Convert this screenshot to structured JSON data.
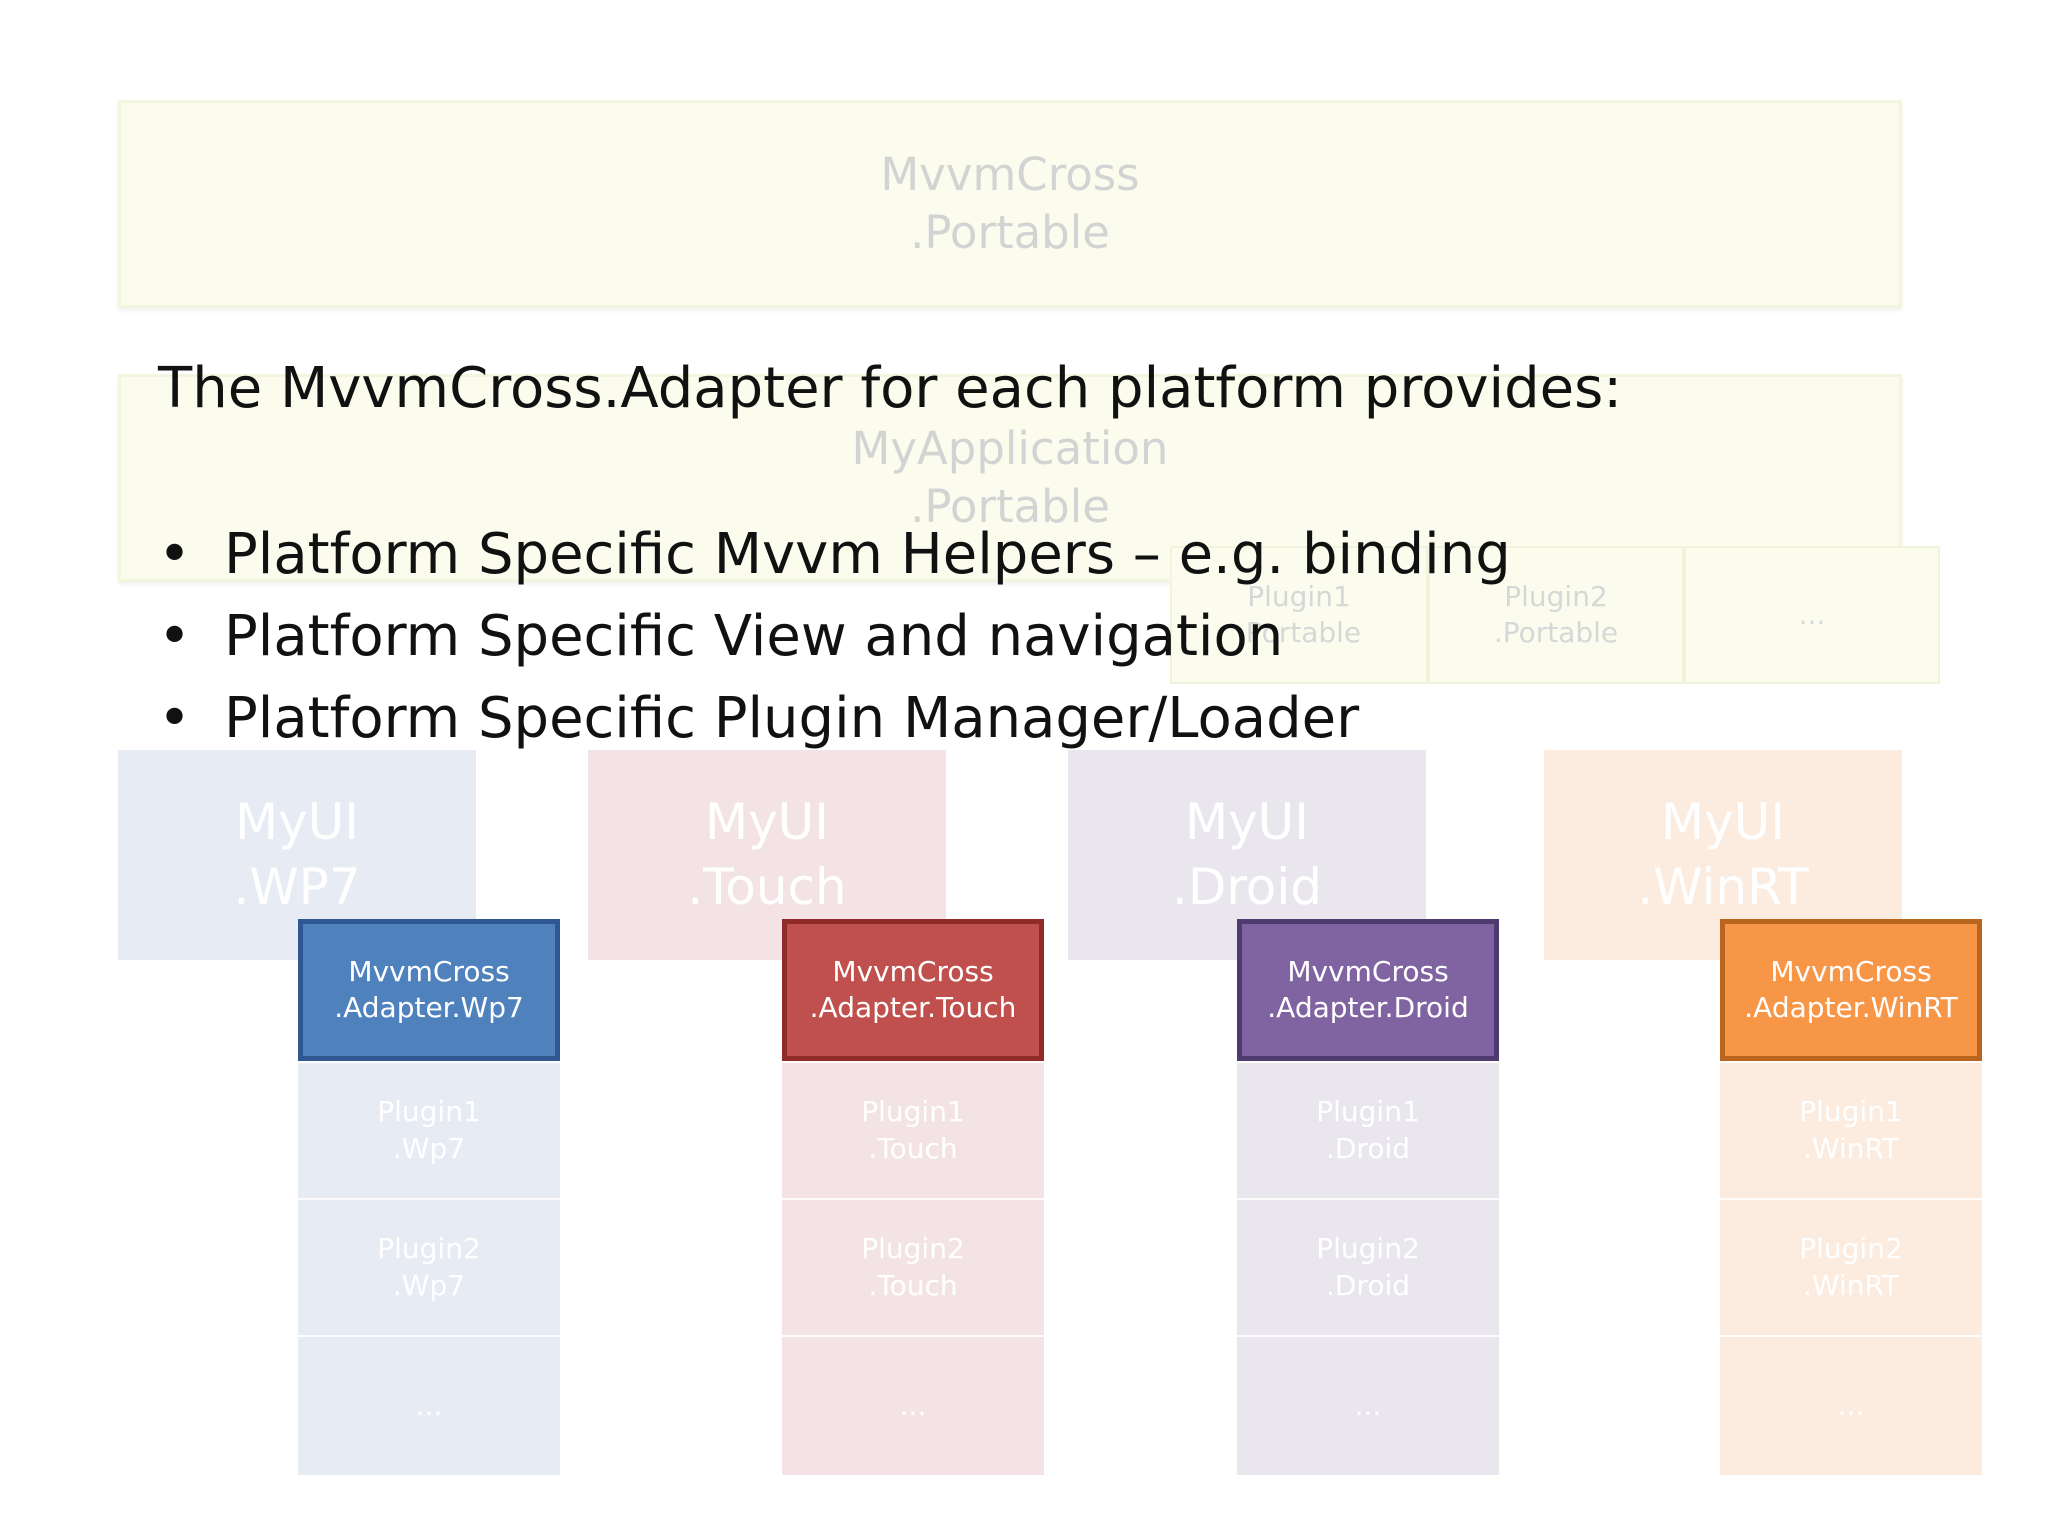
{
  "diagram": {
    "portable_layers": [
      {
        "line1": "MvvmCross",
        "line2": ".Portable"
      },
      {
        "line1": "MyApplication",
        "line2": ".Portable"
      }
    ],
    "portable_plugins": [
      {
        "line1": "Plugin1",
        "line2": ".Portable"
      },
      {
        "line1": "Plugin2",
        "line2": ".Portable"
      },
      {
        "line1": "..."
      }
    ],
    "platforms": [
      {
        "ui": {
          "line1": "MyUI",
          "line2": ".WP7"
        },
        "adapter": {
          "line1": "MvvmCross",
          "line2": ".Adapter.Wp7"
        },
        "plugins": [
          {
            "line1": "Plugin1",
            "line2": ".Wp7"
          },
          {
            "line1": "Plugin2",
            "line2": ".Wp7"
          },
          {
            "line1": "..."
          }
        ]
      },
      {
        "ui": {
          "line1": "MyUI",
          "line2": ".Touch"
        },
        "adapter": {
          "line1": "MvvmCross",
          "line2": ".Adapter.Touch"
        },
        "plugins": [
          {
            "line1": "Plugin1",
            "line2": ".Touch"
          },
          {
            "line1": "Plugin2",
            "line2": ".Touch"
          },
          {
            "line1": "..."
          }
        ]
      },
      {
        "ui": {
          "line1": "MyUI",
          "line2": ".Droid"
        },
        "adapter": {
          "line1": "MvvmCross",
          "line2": ".Adapter.Droid"
        },
        "plugins": [
          {
            "line1": "Plugin1",
            "line2": ".Droid"
          },
          {
            "line1": "Plugin2",
            "line2": ".Droid"
          },
          {
            "line1": "..."
          }
        ]
      },
      {
        "ui": {
          "line1": "MyUI",
          "line2": ".WinRT"
        },
        "adapter": {
          "line1": "MvvmCross",
          "line2": ".Adapter.WinRT"
        },
        "plugins": [
          {
            "line1": "Plugin1",
            "line2": ".WinRT"
          },
          {
            "line1": "Plugin2",
            "line2": ".WinRT"
          },
          {
            "line1": "..."
          }
        ]
      }
    ]
  },
  "slide": {
    "headline": "The MvvmCross.Adapter for each platform provides:",
    "bullet_symbol": "•",
    "bullets": [
      "Platform Specific Mvvm Helpers – e.g. binding",
      "Platform Specific View and navigation",
      "Platform Specific Plugin Manager/Loader"
    ]
  },
  "colors": {
    "adapter_wp7": "#4f81bd",
    "adapter_touch": "#c0504d",
    "adapter_droid": "#8064a2",
    "adapter_winrt": "#f79646",
    "portable": "#fbfcee"
  }
}
